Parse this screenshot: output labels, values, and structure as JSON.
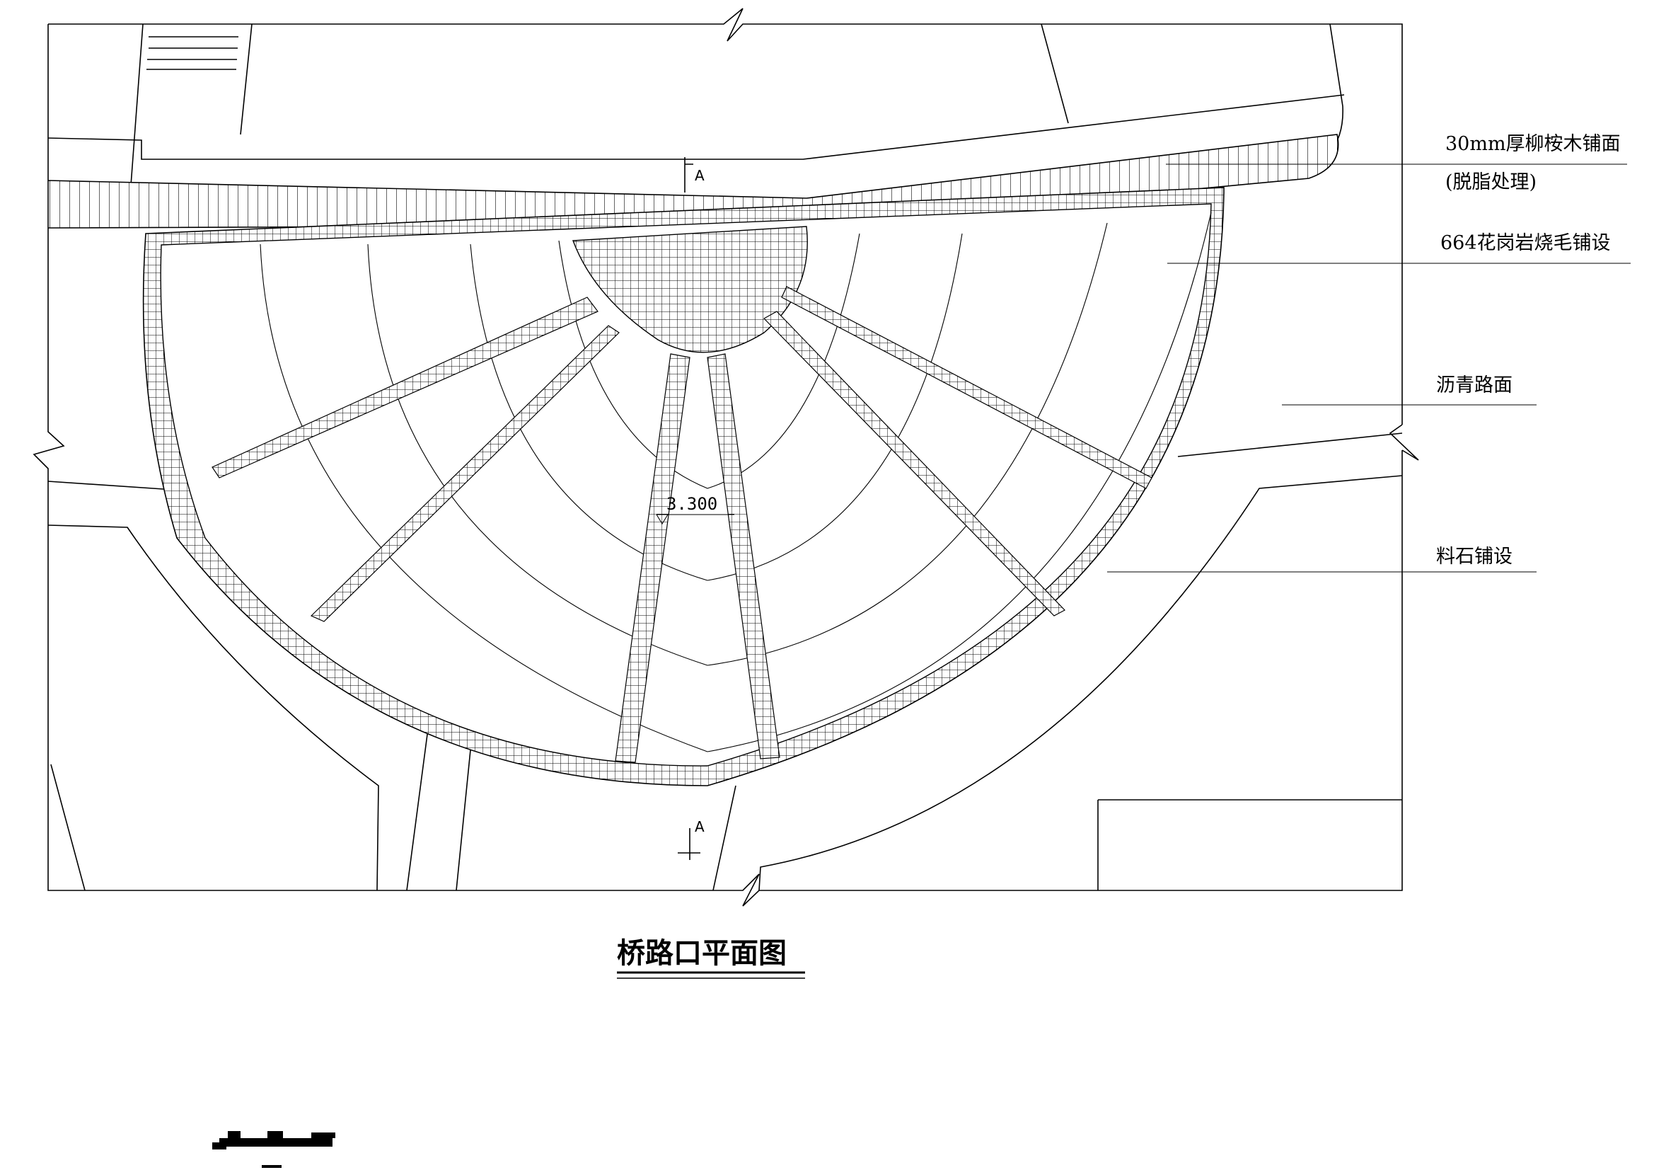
{
  "drawing": {
    "title": "桥路口平面图",
    "section_mark": "A",
    "elevation": "3.300"
  },
  "callouts": [
    {
      "id": "wood",
      "text": "30mm厚柳桉木铺面"
    },
    {
      "id": "wood-note",
      "text": "(脱脂处理)"
    },
    {
      "id": "granite",
      "text": "664花岗岩烧毛铺设"
    },
    {
      "id": "asphalt",
      "text": "沥青路面"
    },
    {
      "id": "stone",
      "text": "料石铺设"
    }
  ],
  "colors": {
    "line": "#000000",
    "background": "#ffffff"
  }
}
